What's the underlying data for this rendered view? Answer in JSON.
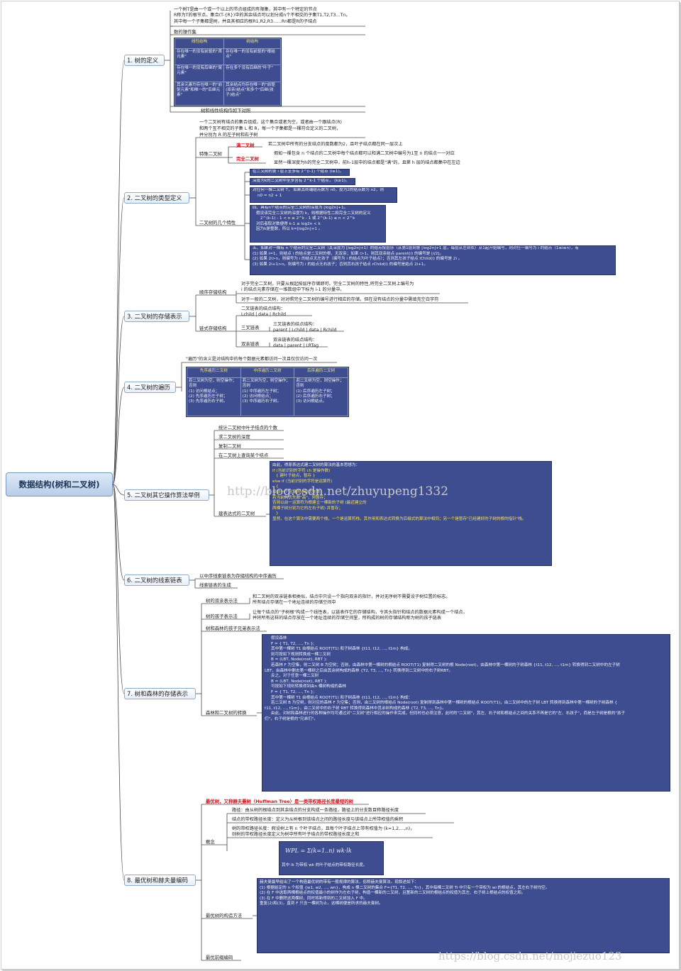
{
  "root": "数据结构(树和二叉树)",
  "topics": [
    "1. 树的定义",
    "2. 二叉树的类型定义",
    "3. 二叉树的存储表示",
    "4. 二叉树的遍历",
    "5. 二叉树其它操作算法举例",
    "6. 二叉树的线索链表",
    "7. 树和森林的存储表示",
    "8. 最优树和赫夫曼编码"
  ],
  "t1": {
    "definition": [
      "一个树T是由一个或一个以上的节点组成的有限集，其中有一个特定的节点",
      "R称为T的根节点。集合(T-{R})中的其余结点可以划分成n个不相交的子集T1,T2,T3...Tn，",
      "其中每一个子集都是树，并且其相应的根R1,R2,R3......Rn都是R的子结点"
    ],
    "ops_label": "数的操作集",
    "table_headers": [
      "线性结构",
      "树结构"
    ],
    "table_rows": [
      [
        "存在唯一的没有前驱的\"首元素\"",
        "存在唯一的没有前驱的\"根结点\""
      ],
      [
        "存在唯一的没有后继的\"尾元素\"",
        "存在多个没有后继的\"叶子\""
      ],
      [
        "其余元素均存在唯一的\"前驱元素\"和唯一的\"后继元素\"",
        "其余结点均存在唯一的\"前驱(双亲)结点\"和多个\"后继(孩子)结点\""
      ]
    ],
    "compare_label": "树和线性结构作如下对照"
  },
  "t2": {
    "definition": [
      "一个二叉树有结点的集合组成，这个集合或者为空，或者由一个跟结点(R)",
      "和两个互不相交的子集 L 和 R，每一个子集都是一棵符合定义的二叉树，",
      "并分别为 R 的左子树和右子树"
    ],
    "special_label": "特殊二叉树",
    "full_label": "满二叉树",
    "full_text": "若二叉树中所有的分支结点的度数都为2，且叶子结点都在同一层次上",
    "complete_label": "完全二叉树",
    "complete_text": [
      "假如一棵包含 n 个结点的二叉树中每个结点都可以和满二叉树中编号为1至 n 的结点一一对应",
      "显然一棵深度为h的完全二叉树中，前h-1层中的结点都是\"满\"的，且第 h 层的结点都集中在左边"
    ],
    "props_label": "二叉树的几个特性",
    "props": [
      [
        "在二叉树的第 i 层上至多有 2^(i-1) 个结点 (i≥1)。"
      ],
      [
        "深度为k的二叉树中至多含有 2^k-1 个结点， (k≥1)。"
      ],
      [
        "对任何一棵二叉树 T， 如果其终端结点数为 n0，度为2的结点数为 n2，则",
        "n0 = n2 + 1"
      ],
      [
        "四、具有n个结点的完全二叉树的深度为 ⌊log2n⌋+1。",
        "假设该完全二叉树的深度为 k，则根据特性二和完全二叉树的定义",
        "2^(k-1) - 1 < n ≤ 2^k - 1  或  2^(k-1) ≤ n < 2^k",
        "对后者取对数便得 k-1 ≤ log2n < k",
        "因为k是整数，所以 k=⌊log2n⌋+1 。"
      ],
      [
        "五、如果对一棵有 n 个结点的完全二叉树（其深度为 ⌊log2n⌋+1）的结点按层序（从第1层到第 ⌊log2n⌋+1 层，每层从左到右）从1起开始编号，则对任一编号为 i 的结点（1≤i≤n），有",
        "(1) 如果 i=1，则结点 i 的结点是二叉树的根，无双亲；如果 i>1，则其双亲结点 parent(i) 的编号是 ⌊i/2⌋。",
        "(2) 如果 2i>n，则编号为 i 的结点无左孩子（编号为 i 的结点为叶子结点）；否则其左孩子结点 lChild(i) 的编号是 2i 。",
        "(3) 如果 2i+1>n，则编号为 i 的结点无右孩子；否则其右孩子结点 rChild(i) 的编号是结点 2i+1。"
      ]
    ]
  },
  "t3": {
    "seq_label": "顺序存储结构",
    "seq_text": [
      [
        "对于完全二叉树，只要从根起按层序存储即可。完全二叉树的特性,将完全二叉树上编号为",
        "i 的结点元素存储在一维数组中下标为 i-1 的分量中。"
      ],
      [
        "对于一般的二叉树，对对照完全二叉树的编号进行相应的存储，但在没有结点的分量中需填充空白字符"
      ]
    ],
    "link_label": "链式存储结构",
    "binary_link": [
      "二叉链表的结点结构：",
      "Lchild | data | Rchild"
    ],
    "tri_label": "三叉链表",
    "tri_text": [
      "三叉链表的结点结构：",
      "parent | Lchild | data | Rchild"
    ],
    "parent_label": "双亲链表",
    "parent_text": [
      "双亲链表的结点结构：",
      "data | parent | LRTag"
    ]
  },
  "t4": {
    "intro": "\"遍历\"的含义是对结构中的每个数据元素都访问一次且仅仅访问一次",
    "headers": [
      "先序遍历二叉树",
      "中序遍历二叉树",
      "后序遍历二叉树"
    ],
    "body": [
      [
        "若二叉树为空，则空操作；否则",
        "(1) 访问根结点；",
        "(2) 先序遍历左子树；",
        "(3) 先序遍历右子树。"
      ],
      [
        "若二叉树为空，则空操作；否则",
        "(1) 中序遍历左子树；",
        "(2) 访问根结点；",
        "(3) 中序遍历右子树。"
      ],
      [
        "若二叉树为空，则空操作；否则",
        "(1) 后序遍历左子树；",
        "(2) 后序遍历右子树；",
        "(3) 访问根结点。"
      ]
    ]
  },
  "t5": {
    "items": [
      "统计二叉树中叶子结点的个数",
      "求二叉树的深度",
      "复制二叉树",
      "在二叉树上查询某个结点"
    ],
    "expr_label": "建表达式的二叉树",
    "algo": [
      "由此，得原表达式建二叉树的算法的基本思想为：",
      "",
      "if (当前识别的字符 ch 是操作数)",
      "{ 建叶子结点，暂存 }",
      "else if (当前识别的字符是运算符)",
      "{",
      "    和前一个运算符比较优先数；",
      "    若当前的优先数\"高\"，则暂存；",
      "    否则以前一运算符为根建立一棵新的子树 (最近建立的",
      "        两棵子树分别为它的左右子树) 并暂存；",
      "}",
      "",
      "显然，在这个算法中需要两个栈，一个是运算符栈，其作用和表达式转换为后缀式的算法中相同；另一个是暂存\"已经建好的子树的根的指针\"栈。"
    ]
  },
  "t6": {
    "items": [
      "以中序线索链表为存储结构的中序遍历",
      "线索链表的生成"
    ]
  },
  "t7": {
    "parent_label": "树的双亲表示法",
    "parent_text": [
      "和二叉树的双亲链表相类似，结点中只设一个指向双亲的指针，并对无序树不需要设子树位置的标志。",
      "所有结点存储在一个地址连续的存储空间中"
    ],
    "child_label": "树的孩子表示法",
    "child_text": [
      "让每个结点的\"子树根\"构成一个线性表，以链表作它的存储结构，令其头指针和结点的数据元素构成一个结点，",
      "并将所有这样的结点存放在一个地址连续的存储空间里，所构成的树的存储结构称为树的孩子链表"
    ],
    "sibling_label": "树和森林的孩子兄弟表示法",
    "convert_label": "森林和二叉树的转换",
    "convert": [
      "假设森林",
      "    F = { T1, T2, …, Tn };",
      "其中第一棵树 T1 由根结点 ROOT(T1) 和子树森林 {t11, t12, …, t1m} 构成。",
      "",
      "则可按如下规则转换成一棵二叉树",
      "    B = (LBT, Node(root), RBT );",
      "若森林 F 为空集，则二叉树 B 为空树；否则，由森林中第一棵树的根结点 ROOT(T1) 复制得二叉树的根 Node(root)，由森林中第一棵树的子树森林 {t11, t12, …, t1m} 转换得到二叉树中的左子树",
      "LBT，由森林中删去第一棵树之后由其余树构成的森林 {T2, T3, …, Tn} 转换得到二叉树中的右子树RBT。",
      "",
      "反之，对于任意一棵二叉树",
      "    B = (LBT, Node(root), RBT );",
      "可按如下规则转换得到由n 棵树构成的森林",
      "    F = { T1, T2, …, Tn };",
      "",
      "其中第一棵树 T1 由根结点 ROOT(T1) 和子树森林 {t11, t12, …, t1m} 构成：",
      "若二叉树 B 为空树，则对应的森林 F 为空集；否则，由二叉树的根结点 Node(root) 复制得到森林中第一棵树的根结点 ROOT(T1)，由二叉树中的左子树 LBT 转换得到森林中第一棵树的子树森林 {",
      "t11, t12, …, t1m}，由二叉树中的右子树 RBT 转换得到森林中其余树构成的森林 {T2, T3, …, Tn}。",
      "",
      "由此，对树和森林进行的各种操作均可通过对\"二叉树\"进行相应的操作来完成，但同时也必须注意，此时的\"二叉树\"，其左、右子树和根结点之间的关系不再是它的\"左、右孩子\"，而是左子树是根的\"孩子",
      "们\"，右子树是根的\"兄弟们\"。"
    ]
  },
  "t8": {
    "headline": "最优树，又称赫夫曼树（Huffman Tree）是一类带权路径长度最短的树",
    "concept_label": "概念",
    "concept_items": [
      [
        "路径：由从树的根结点到其余结点的分支构成一条路径，路径上的分支数目称路径长度"
      ],
      [
        "结点的带权路径长度：定义为从树根到该结点之间的路径长度与该结点上所带权值的乘积"
      ],
      [
        "树的带权路径长度：假设树上有 n 个叶子结点，且每个叶子结点上带有权值为 (k=1,2,...,n)，",
        "则树的带权路径长度定义为树中所有叶子结点的带权路径长度之和"
      ]
    ],
    "wpl_formula": "WPL = Σ(k=1..n) wk·lk",
    "wpl_note": "其中 lk 为带权 wk 的叶子结点的带权路径长度。",
    "build_label": "最优树的构造方法",
    "build": [
      "赫夫曼最早给出了一个构造最优树的带有一般规律的算法，俗称赫夫曼算法。现叙述如下：",
      "",
      "(1) 根据给定的 n 个权值 {w1, w2, …, wn}，构成 n 棵二叉树的集合 F={T1, T2, …, Tn}，其中每棵二叉树 Ti 中只有一个带权为 wi 的根结点，其左右子树均空。",
      "",
      "(2) 在 F 中选取两棵根结点的权值最小的树作为左右子树，构造一棵新的二叉树，且置新的二叉树的根结点的权值为其左、右子树上根结点的权值之和。",
      "",
      "(3) 在 F 中删除这两棵树，同时将新得到的二叉树加入 F 中。",
      "",
      "重复(2)和(3)，直到 F 只含一棵树为止。这棵树便是所求的赫夫曼树。"
    ],
    "prefix_label": "最优前缀编码"
  },
  "watermarks": [
    "http://blog.csdn.net/zhuyupeng1332",
    "https://blog.csdn.net/mojiezuo123"
  ],
  "colors": {
    "box_fill": "#3e4d8f",
    "line": "#4a4a4a",
    "accent_red": "#d0121a",
    "accent_yellow": "#f4e15c"
  }
}
